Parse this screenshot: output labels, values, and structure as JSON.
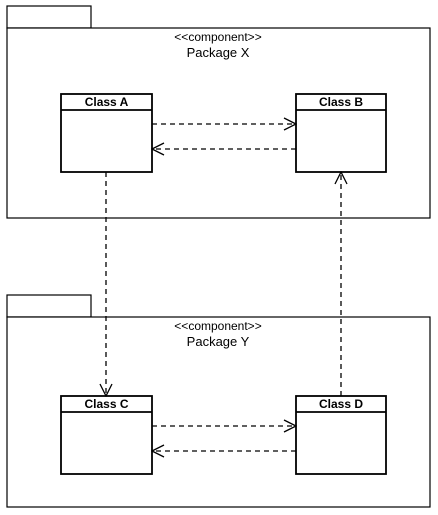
{
  "packages": [
    {
      "stereotype": "<<component>>",
      "name": "Package X"
    },
    {
      "stereotype": "<<component>>",
      "name": "Package Y"
    }
  ],
  "classes": {
    "a": "Class A",
    "b": "Class B",
    "c": "Class C",
    "d": "Class D"
  },
  "colors": {
    "line": "#000000",
    "background": "#ffffff"
  }
}
